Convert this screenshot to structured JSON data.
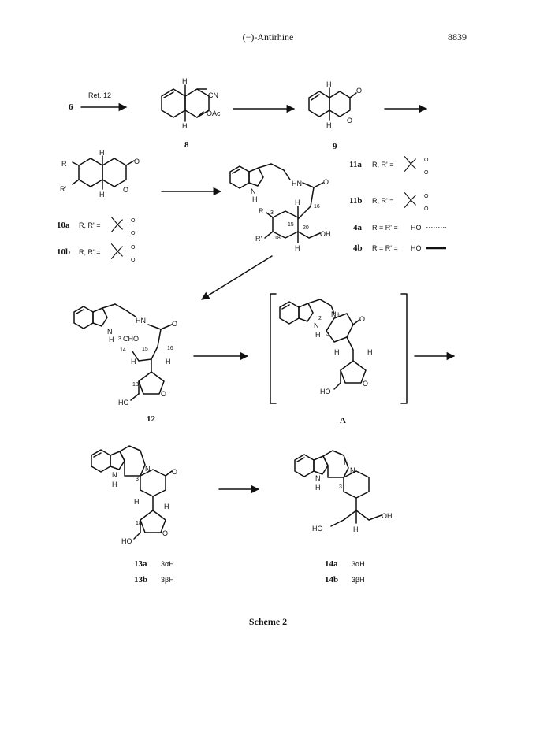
{
  "header": {
    "title": "(−)-Antirhine",
    "page_number": "8839"
  },
  "caption": "Scheme 2",
  "compounds": {
    "c6": "6",
    "c8": "8",
    "c9": "9",
    "c12": "12",
    "cA": "A",
    "c10a": "10a",
    "c10b": "10b",
    "c11a": "11a",
    "c11b": "11b",
    "c4a": "4a",
    "c4b": "4b",
    "c13a": "13a",
    "c13b": "13b",
    "c14a": "14a",
    "c14b": "14b"
  },
  "labels": {
    "ref": "Ref. 12",
    "rr": "R, R' =",
    "r_eq_r": "R = R' =",
    "r": "R",
    "rp": "R'",
    "h": "H",
    "cn": "CN",
    "oac": "OAc",
    "o": "O",
    "ho": "HO",
    "oh": "OH",
    "hn": "HN",
    "n": "N",
    "cho": "CHO",
    "nplus": "N+",
    "alpha_h": "3αH",
    "beta_h": "3βH",
    "n3": "3",
    "n15": "15",
    "n16": "16",
    "n18": "18",
    "n20": "20",
    "n14": "14",
    "n2": "2"
  }
}
